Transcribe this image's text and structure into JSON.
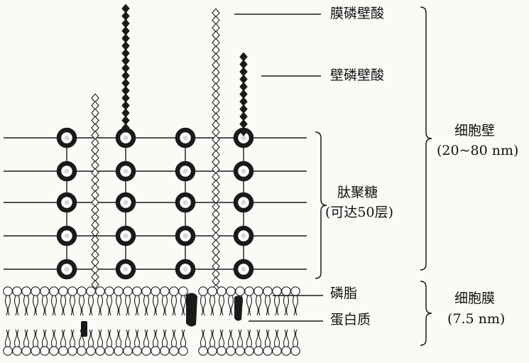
{
  "labels": {
    "lipoteichoic_acid": "膜磷壁酸",
    "wall_teichoic_acid": "壁磷壁酸",
    "peptidoglycan": "肽聚糖",
    "peptidoglycan_layers": "(可达50层)",
    "cell_wall": "细胞壁",
    "cell_wall_thickness": "(20~80 nm)",
    "phospholipid": "磷脂",
    "protein": "蛋白质",
    "cell_membrane": "细胞膜",
    "cell_membrane_thickness": "(7.5 nm)"
  },
  "colors": {
    "ink": "#1a1a1a",
    "background": "#fbfaf6"
  }
}
